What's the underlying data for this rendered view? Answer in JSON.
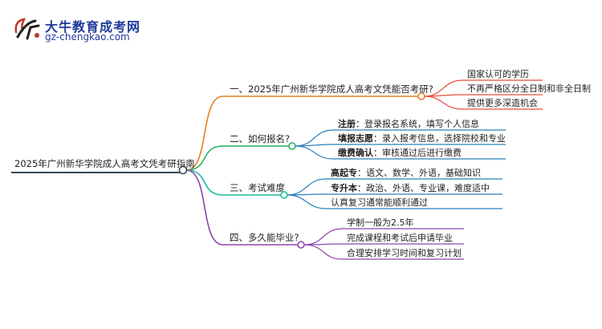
{
  "brand": {
    "title": "大牛教育成考网",
    "url": "gz-chengkao.com"
  },
  "root": {
    "label": "2025年广州新华学院成人高考文凭考研指南"
  },
  "branches": [
    {
      "label": "一、2025年广州新华学院成人高考文凭能否考研?",
      "color": "#e67e22",
      "leaves": [
        {
          "bold": "",
          "text": "国家认可的学历"
        },
        {
          "bold": "",
          "text": "不再严格区分全日制和非全日制"
        },
        {
          "bold": "",
          "text": "提供更多深造机会"
        }
      ]
    },
    {
      "label": "二、如何报名?",
      "color": "#27ae60",
      "leaves": [
        {
          "bold": "注册",
          "text": "：登录报名系统，填写个人信息"
        },
        {
          "bold": "填报志愿",
          "text": "：录入报考信息，选择院校和专业"
        },
        {
          "bold": "缴费确认",
          "text": "：审核通过后进行缴费"
        }
      ]
    },
    {
      "label": "三、考试难度",
      "color": "#1abc9c",
      "leaves": [
        {
          "bold": "高起专",
          "text": "：语文、数学、外语，基础知识"
        },
        {
          "bold": "专升本",
          "text": "：政治、外语、专业课，难度适中"
        },
        {
          "bold": "",
          "text": "认真复习通常能顺利通过"
        }
      ]
    },
    {
      "label": "四、多久能毕业?",
      "color": "#8e44ad",
      "leaves": [
        {
          "bold": "",
          "text": "学制一般为2.5年"
        },
        {
          "bold": "",
          "text": "完成课程和考试后申请毕业"
        },
        {
          "bold": "",
          "text": "合理安排学习时间和复习计划"
        }
      ]
    }
  ],
  "colors": {
    "root_line": "#34495e",
    "leaf_lines": [
      "#e74c3c",
      "#2980b9",
      "#2980b9",
      "#8e44ad"
    ],
    "node_fill": "#ffffff"
  }
}
